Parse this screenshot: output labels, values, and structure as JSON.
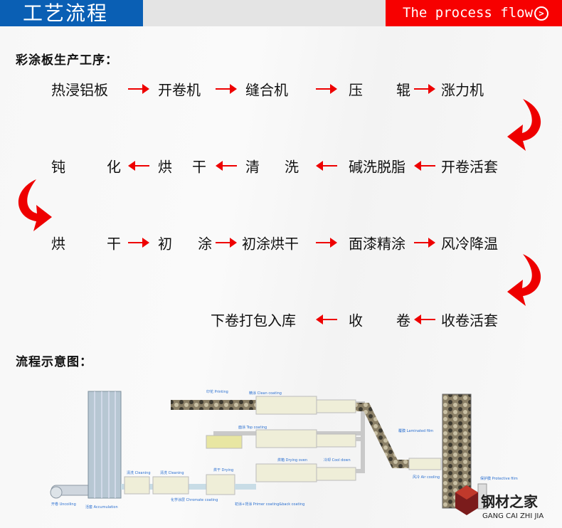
{
  "header": {
    "title": "工艺流程",
    "subtitle": "The process flow",
    "subtitle_icon": "chevron-right-circle-icon"
  },
  "colors": {
    "blue": "#0a5fb4",
    "red": "#f70000",
    "arrow": "#ee0000"
  },
  "section1": {
    "title": "彩涂板生产工序：",
    "rows": [
      {
        "direction": "right",
        "items": [
          "热浸铝板",
          "开卷机",
          "缝合机",
          "压　辊",
          "涨力机"
        ]
      },
      {
        "direction": "left",
        "items": [
          "钝　化",
          "烘　干",
          "清　洗",
          "碱洗脱脂",
          "开卷活套"
        ]
      },
      {
        "direction": "right",
        "items": [
          "烘　干",
          "初　涂",
          "初涂烘干",
          "面漆精涂",
          "风冷降温"
        ]
      },
      {
        "direction": "left",
        "items": [
          "下卷打包入库",
          "收　卷",
          "收卷活套"
        ]
      }
    ]
  },
  "section2": {
    "title": "流程示意图：",
    "labels": {
      "uncoiling": "开卷 Uncoiling",
      "accumulation": "活套 Accumulation",
      "cleaning1": "清洗 Cleaning",
      "cleaning2": "清洗 Cleaning",
      "chromate": "化学涂层 Chromate coating",
      "drying": "烘干 Drying",
      "primer": "初涂+背涂 Primer coating&back coating",
      "oven": "烘箱 Drying oven",
      "cool": "冷却 Cool down",
      "top": "面涂 Top coating",
      "clean": "精涂 Clean coating",
      "printing": "印花 Printing",
      "laminated": "覆膜 Laminated film",
      "aircool": "风冷 Air cooling",
      "protective": "保护膜 Protective film"
    }
  },
  "watermark": {
    "cn": "钢材之家",
    "en": "GANG CAI ZHI JIA"
  }
}
